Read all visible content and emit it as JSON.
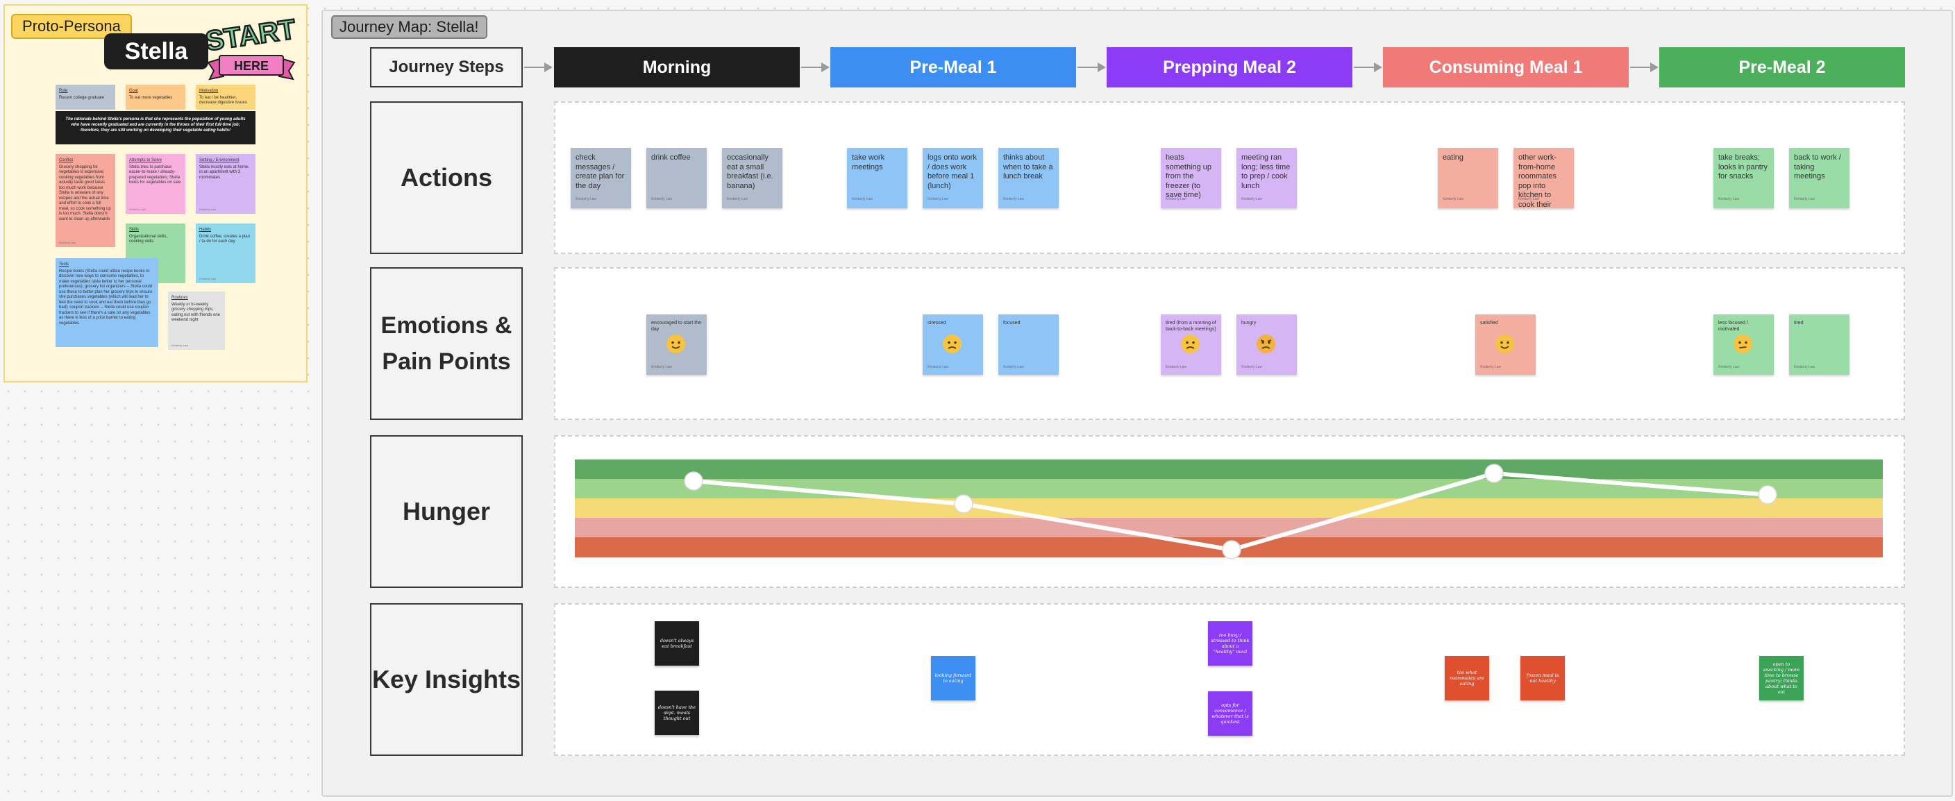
{
  "colors": {
    "black": "#1e1e1e",
    "blue": "#3d8ef2",
    "purple": "#8d3cf5",
    "salmon": "#f07a77",
    "green": "#4caf5b"
  },
  "persona": {
    "tag": "Proto-Persona",
    "name": "Stella",
    "sticker": {
      "start": "START",
      "here": "HERE"
    },
    "notes": {
      "role": {
        "title": "Role",
        "body": "Recent college graduate"
      },
      "goal": {
        "title": "Goal",
        "body": "To eat more vegetables"
      },
      "motivation": {
        "title": "Motivation",
        "body": "To eat / be healthier, decrease digestive issues"
      },
      "rationale": "The rationale behind Stella's persona is that she represents the population of young adults who have recently graduated and are currently in the throes of their first full-time job; therefore, they are still working on developing their vegetable eating habits!",
      "conflict": {
        "title": "Conflict",
        "body": "Grocery shopping for vegetables is expensive; cooking vegetables from actually taste good takes too much work because Stella is unaware of any recipes and the actual time and effort to cook a full meal, so cook something up is too much. Stella doesn't want to clean up afterwards"
      },
      "attempts": {
        "title": "Attempts to Solve",
        "body": "Stella tries to purchase easier-to-make / already-prepared vegetables, Stella looks for vegetables on sale"
      },
      "setting": {
        "title": "Setting / Environment",
        "body": "Stella mostly eats at home, in an apartment with 3 roommates"
      },
      "skills": {
        "title": "Skills",
        "body": "Organizational skills, cooking skills"
      },
      "habits": {
        "title": "Habits",
        "body": "Drink coffee, creates a plan / to-do for each day"
      },
      "tools": {
        "title": "Tools",
        "body": "Recipe books (Stella could utilize recipe books to discover new ways to consume vegetables, to make vegetables taste better to her personal preferences); grocery list organizers -- Stella could use these to better plan her grocery trips to ensure she purchases vegetables (which will lead her to feel the need to cook and eat them before they go bad); coupon trackers -- Stella could use coupon trackers to see if there's a sale on any vegetables as there is less of a price barrier to eating vegetables"
      },
      "routines": {
        "title": "Routines",
        "body": "Weekly or bi-weekly grocery shopping trips; eating out with friends one weekend night"
      },
      "author": "Kimberly Law"
    }
  },
  "map": {
    "title": "Journey Map: Stella!",
    "row_labels": {
      "steps": "Journey Steps",
      "actions": "Actions",
      "emotions": "Emotions & Pain Points",
      "hunger": "Hunger",
      "insights": "Key Insights"
    },
    "steps": [
      {
        "label": "Morning",
        "color": "#1e1e1e"
      },
      {
        "label": "Pre-Meal 1",
        "color": "#3d8ef2"
      },
      {
        "label": "Prepping Meal 2",
        "color": "#8d3cf5"
      },
      {
        "label": "Consuming Meal 1",
        "color": "#f07a77"
      },
      {
        "label": "Pre-Meal 2",
        "color": "#4caf5b"
      }
    ],
    "actions": [
      {
        "text": "check messages / create plan for the day",
        "color": "#b0bccb"
      },
      {
        "text": "drink coffee",
        "color": "#b0bccb"
      },
      {
        "text": "occasionally eat a small breakfast (i.e. banana)",
        "color": "#b0bccb"
      },
      {
        "text": "take work meetings",
        "color": "#8fc4f7"
      },
      {
        "text": "logs onto work / does work before meal 1 (lunch)",
        "color": "#8fc4f7"
      },
      {
        "text": "thinks about when to take a lunch break",
        "color": "#8fc4f7"
      },
      {
        "text": "heats something up from the freezer (to save time)",
        "color": "#d5b5f4"
      },
      {
        "text": "meeting ran long; less time to prep / cook lunch",
        "color": "#d5b5f4"
      },
      {
        "text": "eating",
        "color": "#f4aea0"
      },
      {
        "text": "other work-from-home roommates pop into kitchen to cook their lunches",
        "color": "#f4aea0"
      },
      {
        "text": "take breaks; looks in pantry for snacks",
        "color": "#99dca7"
      },
      {
        "text": "back to work / taking meetings",
        "color": "#99dca7"
      }
    ],
    "emotions": [
      {
        "text": "encouraged to start the day",
        "color": "#b0bccb",
        "emoji": "smile"
      },
      {
        "text": "stressed",
        "color": "#8fc4f7",
        "emoji": "worried"
      },
      {
        "text": "focused",
        "color": "#8fc4f7",
        "emoji": ""
      },
      {
        "text": "tired (from a morning of back-to-back meetings)",
        "color": "#d5b5f4",
        "emoji": "worried"
      },
      {
        "text": "hungry",
        "color": "#d5b5f4",
        "emoji": "angry"
      },
      {
        "text": "satisfied",
        "color": "#f4aea0",
        "emoji": "smile"
      },
      {
        "text": "less focused / motivated",
        "color": "#99dca7",
        "emoji": "neutral"
      },
      {
        "text": "tired",
        "color": "#99dca7",
        "emoji": ""
      }
    ],
    "hunger": {
      "band_colors": [
        "#5fa964",
        "#9bd48a",
        "#f5da78",
        "#e8a6a2",
        "#d96a4a"
      ],
      "points": [
        0.9,
        0.6,
        0.0,
        1.0,
        0.72
      ]
    },
    "insights": [
      {
        "text": "doesn't always eat breakfast",
        "color": "#1e1e1e",
        "fg": "#ffffff"
      },
      {
        "text": "doesn't have the dept. meals thought out",
        "color": "#1e1e1e",
        "fg": "#ffffff"
      },
      {
        "text": "looking forward to eating",
        "color": "#3d8ef2",
        "fg": "#ffffff"
      },
      {
        "text": "too busy / stressed to think about a \"healthy\" meal",
        "color": "#8d3cf5",
        "fg": "#ffffff"
      },
      {
        "text": "opts for convenience / whatever that is quickest",
        "color": "#8d3cf5",
        "fg": "#ffffff"
      },
      {
        "text": "too what roommates are eating",
        "color": "#e0502f",
        "fg": "#ffffff"
      },
      {
        "text": "frozen meal is not healthy",
        "color": "#e0502f",
        "fg": "#ffffff"
      },
      {
        "text": "open to snacking / more time to browse pantry; thinks about what to eat",
        "color": "#3aa356",
        "fg": "#ffffff"
      }
    ],
    "author": "Kimberly Law"
  }
}
